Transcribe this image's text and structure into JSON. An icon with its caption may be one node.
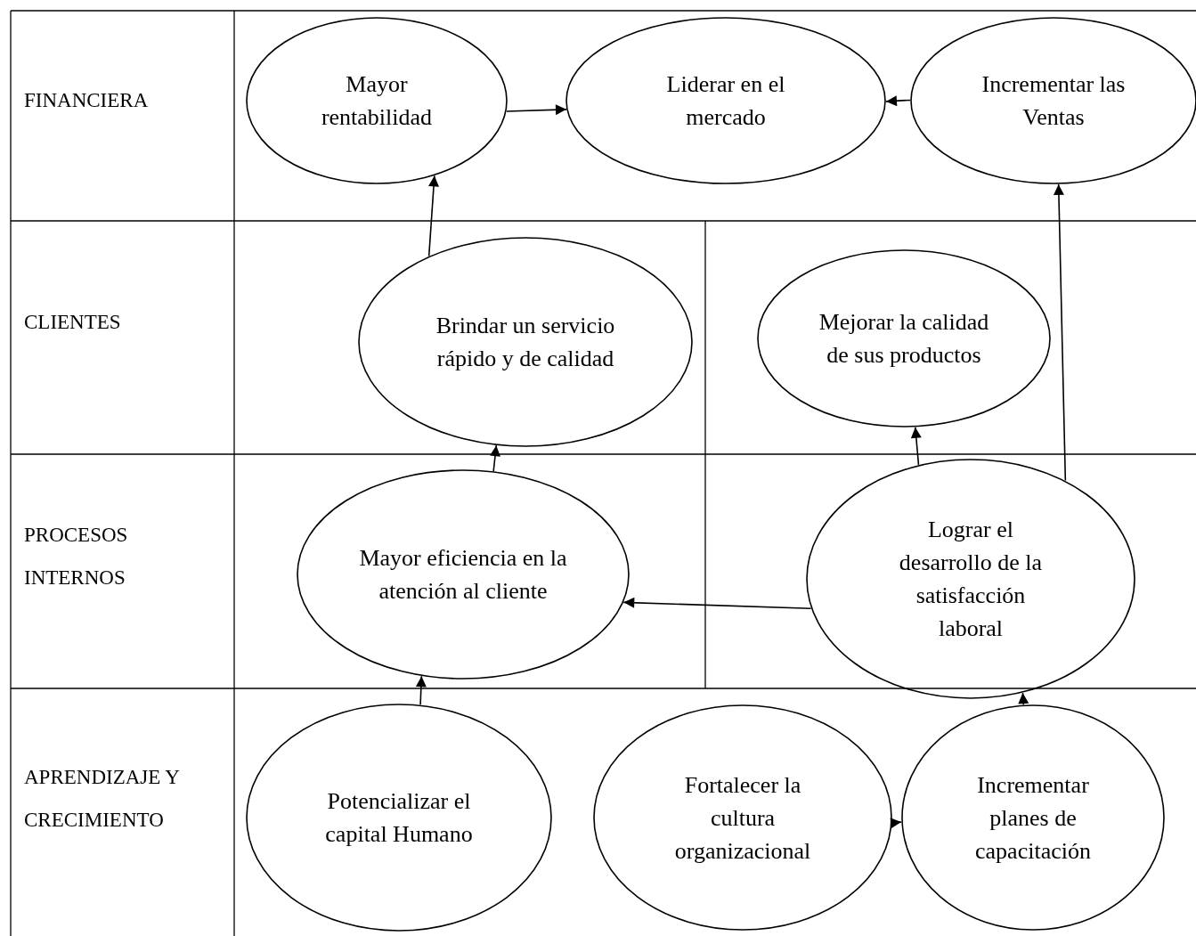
{
  "diagram": {
    "nodes": [
      {
        "text": [
          "Mayor rentabilidad"
        ]
      },
      {
        "text": [
          "Liderar en el mercado"
        ]
      },
      {
        "text": [
          "Incrementar las Ventas"
        ]
      },
      {
        "text": [
          "Brindar un servicio rápido y de calidad"
        ]
      },
      {
        "text": [
          "Mejorar la calidad de sus productos"
        ]
      },
      {
        "text": [
          "Mayor eficiencia en la atención al cliente"
        ]
      },
      {
        "text": [
          "Lograr el desarrollo de la satisfacción laboral"
        ]
      },
      {
        "text": [
          "Potencializar el capital Humano"
        ]
      },
      {
        "text": [
          "Fortalecer la cultura organizacional"
        ]
      },
      {
        "text": [
          "Incrementar planes de capacitación"
        ]
      }
    ],
    "edges": [
      {
        "from": 0,
        "to": 1,
        "arrow": "to"
      },
      {
        "from": 2,
        "to": 1,
        "arrow": "to"
      },
      {
        "from": 3,
        "to": 0,
        "arrow": "to"
      },
      {
        "from": 5,
        "to": 3,
        "arrow": "to"
      },
      {
        "from": 6,
        "to": 4,
        "arrow": "to"
      },
      {
        "from": 6,
        "to": 2,
        "arrow": "to"
      },
      {
        "from": 6,
        "to": 5,
        "arrow": "to"
      },
      {
        "from": 7,
        "to": 5,
        "arrow": "to"
      },
      {
        "from": 8,
        "to": 9,
        "arrow": "to"
      },
      {
        "from": 9,
        "to": 6,
        "arrow": "to"
      }
    ],
    "labels": [
      "FINANCIERA",
      "CLIENTES",
      "PROCESOS INTERNOS",
      "APRENDIZAJE Y CRECIMIENTO"
    ]
  }
}
